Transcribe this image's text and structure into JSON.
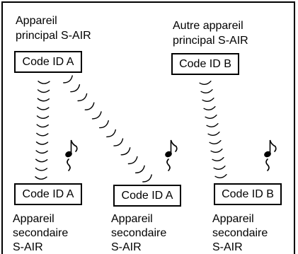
{
  "main_a": {
    "label_line1": "Appareil",
    "label_line2": "principal S-AIR",
    "code": "Code ID A"
  },
  "main_b": {
    "label_line1": "Autre appareil",
    "label_line2": "principal S-AIR",
    "code": "Code ID B"
  },
  "secondary": [
    {
      "code": "Code ID A",
      "label_line1": "Appareil",
      "label_line2": "secondaire",
      "label_line3": "S-AIR"
    },
    {
      "code": "Code ID A",
      "label_line1": "Appareil",
      "label_line2": "secondaire",
      "label_line3": "S-AIR"
    },
    {
      "code": "Code ID B",
      "label_line1": "Appareil",
      "label_line2": "secondaire",
      "label_line3": "S-AIR"
    }
  ],
  "icons": {
    "wave": "wireless-signal-icon",
    "note": "music-note-icon"
  }
}
